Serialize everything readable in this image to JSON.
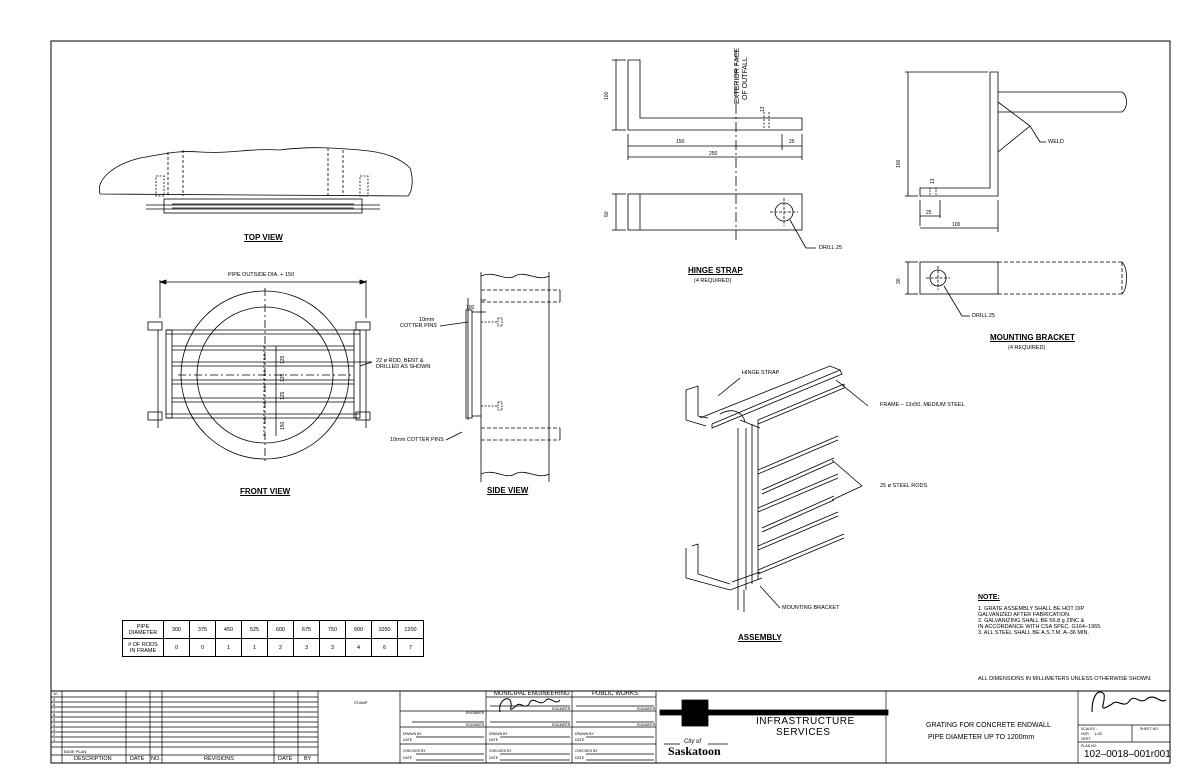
{
  "views": {
    "top": "TOP VIEW",
    "front": "FRONT VIEW",
    "side": "SIDE VIEW",
    "hinge": "HINGE STRAP",
    "hinge_req": "(4 REQUIRED)",
    "bracket": "MOUNTING BRACKET",
    "bracket_req": "(4 REQUIRED)",
    "assembly": "ASSEMBLY"
  },
  "labels": {
    "pipe_dia": "PIPE OUTSIDE DIA. + 150",
    "rod_note": [
      "22 ø ROD, BENT &",
      "DRILLED AS SHOWN"
    ],
    "cotter_top": [
      "10mm",
      "COTTER PINS"
    ],
    "cotter_bottom": "10mm COTTER PINS",
    "ext_face": [
      "EXTERIOR FACE",
      "OF OUTFALL"
    ],
    "drill": "DRILL 25",
    "weld": "WELD",
    "as_hinge": "HINGE STRAP",
    "as_frame": "FRAME – 13x50, MEDIUM STEEL",
    "as_rods": "25 ø STEEL RODS",
    "as_bracket": "MOUNTING BRACKET"
  },
  "dims": {
    "f125a": "125",
    "f125b": "125",
    "f125c": "125",
    "f150": "150",
    "s100": "100",
    "h100": "100",
    "h13": "13",
    "h150": "150",
    "h25": "25",
    "h250": "250",
    "h50": "50",
    "m100v": "100",
    "m13": "13",
    "m25": "25",
    "m100": "100",
    "m30": "30"
  },
  "table": {
    "row1_header": [
      "PIPE",
      "DIAMETER"
    ],
    "row2_header": [
      "# OF RODS",
      "IN FRAME"
    ],
    "diameters": [
      "300",
      "375",
      "450",
      "525",
      "600",
      "675",
      "750",
      "900",
      "1050",
      "1200"
    ],
    "rods": [
      "0",
      "0",
      "1",
      "1",
      "2",
      "3",
      "3",
      "4",
      "6",
      "7"
    ]
  },
  "note": {
    "title": "NOTE:",
    "lines": [
      "1. GRATE ASSEMBLY SHALL BE HOT DIP",
      "   GALVANIZED AFTER FABRICATION.",
      "2. GALVANIZING SHALL BE 56.8 g ZINC &",
      "   IN ACCORDANCE WITH CSA SPEC. G164–1965.",
      "3. ALL STEEL SHALL BE A.S.T.M. A–36 MIN."
    ]
  },
  "all_dims": "ALL DIMENSIONS IN MILLIMETERS UNLESS OTHERWISE SHOWN.",
  "title_block": {
    "rev_numbers": [
      "10",
      "9",
      "8",
      "7",
      "6",
      "5",
      "4",
      "3",
      "2",
      "1"
    ],
    "base_plan": "BASE PLAN",
    "col_description": "DESCRIPTION",
    "col_date": "DATE",
    "col_no": "NO.",
    "col_revisions": "REVISIONS",
    "col_date2": "DATE",
    "col_by": "BY",
    "stamp": "STAMP",
    "engineer": "ENGINEER",
    "drawn_by": "DRAWN BY",
    "date": "DATE",
    "checked_by": "CHECKED BY",
    "municipal": "MUNICIPAL ENGINEERING",
    "public_works": "PUBLIC WORKS",
    "dept": [
      "INFRASTRUCTURE",
      "SERVICES"
    ],
    "city_of": "City of",
    "city": "Saskatoon",
    "drawing_title": [
      "GRATING FOR CONCRETE ENDWALL",
      "PIPE DIAMETER UP TO 1200mm"
    ],
    "scales": "SCALES :",
    "hor": "HOR.",
    "hor_value": "1:20",
    "vert_lbl": "VERT.",
    "sheet_no": "SHEET NO.",
    "plan_no": "PLAN NO.",
    "plan_number": "102–0018–001r001"
  },
  "colors": {
    "ink": "#000000",
    "paper": "#ffffff"
  }
}
